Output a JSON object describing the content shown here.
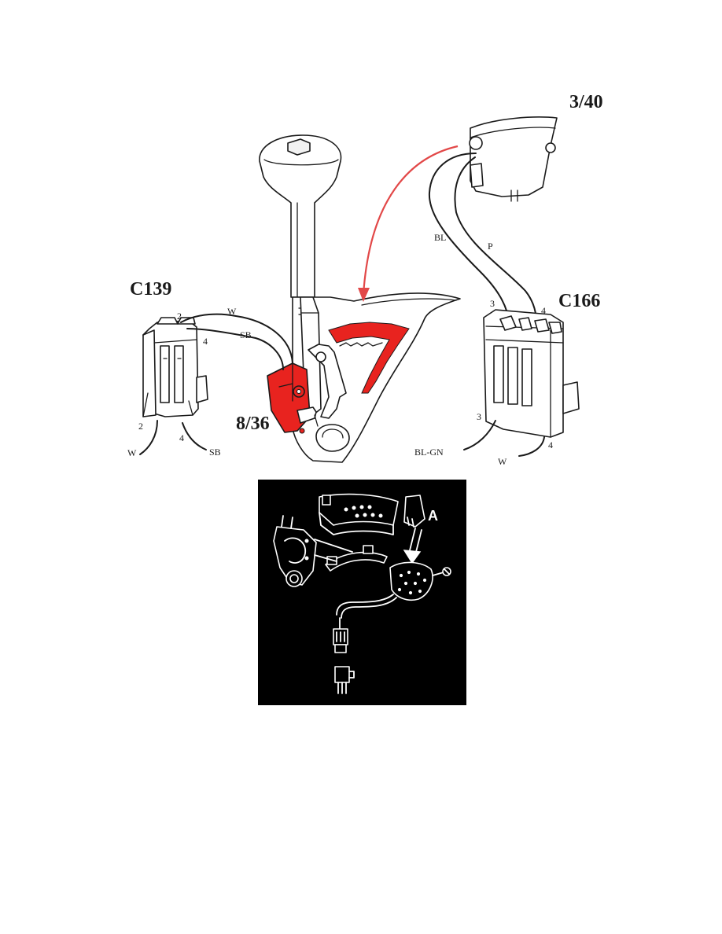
{
  "labels": {
    "sensor_id": "3/40",
    "left_connector_id": "C139",
    "right_connector_id": "C166",
    "switch_id": "8/36",
    "inset_callout": "A"
  },
  "wires": {
    "sensor_bl": "BL",
    "sensor_p": "P",
    "c139_top_w": "W",
    "c139_top_sb": "SB",
    "c139_bottom_w": "W",
    "c139_bottom_sb": "SB",
    "c166_bottom_blgn": "BL-GN",
    "c166_bottom_w": "W"
  },
  "pins": {
    "c139_top_2": "2",
    "c139_top_4": "4",
    "c139_bottom_2": "2",
    "c139_bottom_4": "4",
    "c166_top_3": "3",
    "c166_top_4": "4",
    "c166_bottom_3": "3",
    "c166_bottom_4": "4"
  },
  "colors": {
    "highlight": "#e8231f",
    "arrow": "#e24848",
    "line": "#1a1a1a",
    "inset_background": "#000000"
  }
}
